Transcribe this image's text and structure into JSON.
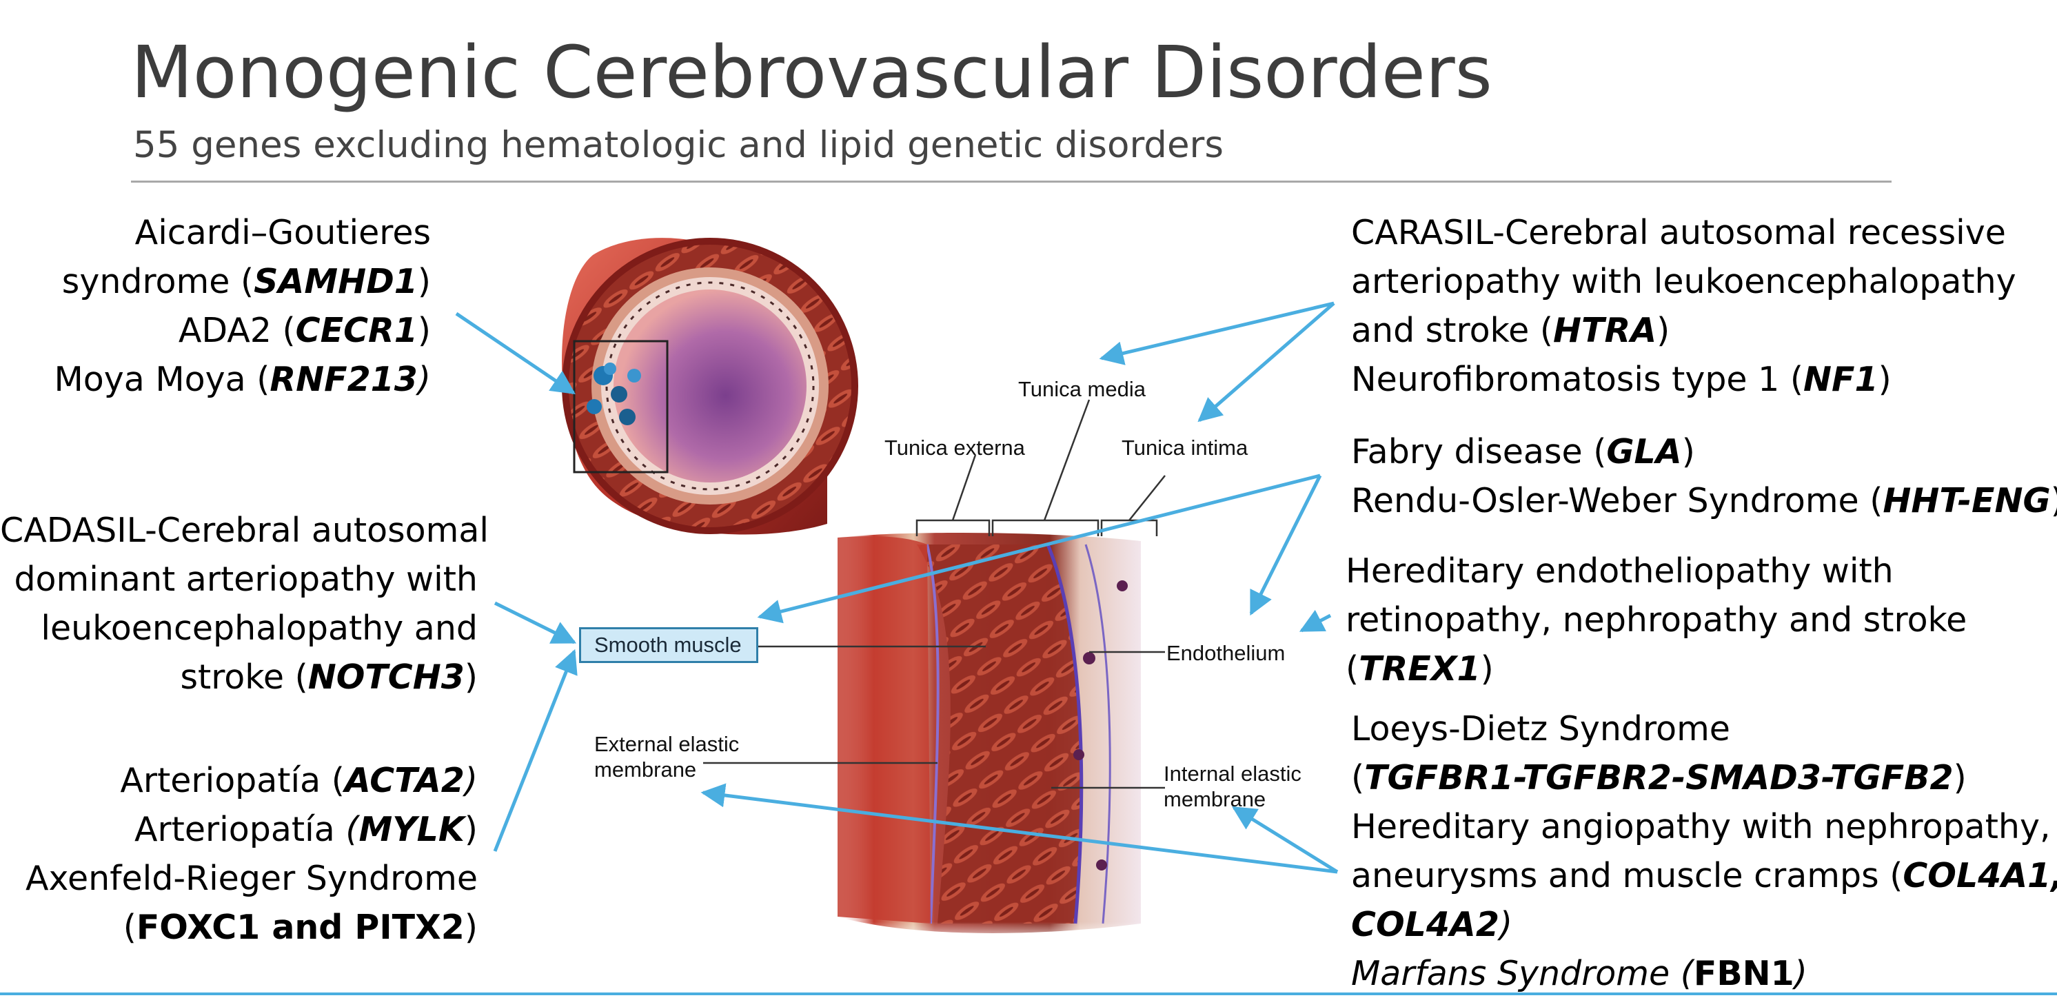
{
  "header": {
    "title": "Monogenic Cerebrovascular Disorders",
    "subtitle": "55 genes excluding hematologic and lipid genetic disorders"
  },
  "left_top": {
    "l1": "Aicardi–Goutieres",
    "l2_pre": "syndrome (",
    "l2_gene": "SAMHD1",
    "l2_post": ")",
    "l3_pre": "ADA2 (",
    "l3_gene": "CECR1",
    "l3_post": ")",
    "l4_pre": "Moya Moya (",
    "l4_gene": "RNF213",
    "l4_post": ")"
  },
  "left_mid": {
    "l1": "CADASIL-Cerebral autosomal",
    "l2": "dominant arteriopathy with",
    "l3": "leukoencephalopathy and",
    "l4_pre": "stroke (",
    "l4_gene": "NOTCH3",
    "l4_post": ")"
  },
  "left_bottom": {
    "l1_pre": "Arteriopatía (",
    "l1_gene": "ACTA2",
    "l1_post": ")",
    "l2_pre": "Arteriopatía ",
    "l2_paren": "(",
    "l2_gene": "MYLK",
    "l2_post": ")",
    "l3": "Axenfeld-Rieger Syndrome",
    "l4_pre": "(",
    "l4_gene": "FOXC1 and PITX2",
    "l4_post": ")"
  },
  "right_top": {
    "l1": "CARASIL-Cerebral autosomal recessive",
    "l2": "arteriopathy with leukoencephalopathy",
    "l3_pre": "and stroke (",
    "l3_gene": "HTRA",
    "l3_post": ")",
    "l4_pre": "Neurofibromatosis type 1 (",
    "l4_gene": "NF1",
    "l4_post": ")"
  },
  "right_fabry": {
    "l1_pre": "Fabry disease (",
    "l1_gene": "GLA",
    "l1_post": ")",
    "l2_pre": "Rendu-Osler-Weber Syndrome (",
    "l2_gene": "HHT-ENG",
    "l2_post": ")"
  },
  "right_hered": {
    "l1": "Hereditary endotheliopathy with",
    "l2": "retinopathy, nephropathy and stroke",
    "l3_pre": "(",
    "l3_gene": "TREX1",
    "l3_post": ")"
  },
  "right_bottom": {
    "l1": "Loeys-Dietz Syndrome",
    "l2_pre": "(",
    "l2_gene": "TGFBR1-TGFBR2-SMAD3-TGFB2",
    "l2_post": ")",
    "l3": "Hereditary angiopathy with nephropathy,",
    "l4_pre": "aneurysms and muscle cramps (",
    "l4_gene": "COL4A1,",
    "l5_gene": "COL4A2",
    "l5_post": ")",
    "l6_pre": "Marfans Syndrome (",
    "l6_gene": "FBN1",
    "l6_post": ")"
  },
  "labels": {
    "tunica_media": "Tunica media",
    "tunica_externa": "Tunica externa",
    "tunica_intima": "Tunica intima",
    "smooth_muscle": "Smooth muscle",
    "endothelium": "Endothelium",
    "external_elastic_1": "External elastic",
    "external_elastic_2": "membrane",
    "internal_elastic_1": "Internal elastic",
    "internal_elastic_2": "membrane"
  },
  "colors": {
    "arrow": "#4aaee0",
    "title": "#3d3d3d",
    "vessel_wall": "#b23a2a",
    "lumen": "#9a5fa8"
  }
}
